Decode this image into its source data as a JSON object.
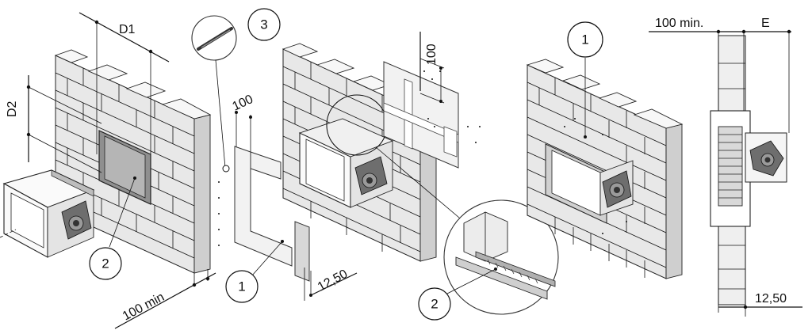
{
  "labels": {
    "d1": "D1",
    "d2": "D2",
    "min100_left": "100 min",
    "dim100_mid": "100",
    "dim100_top": "100",
    "dim1250_mid": "12,50",
    "min100_right": "100 min.",
    "e": "E",
    "dim1250_right": "12,50"
  },
  "callouts": {
    "c3": "3",
    "c2_left": "2",
    "c1_mid": "1",
    "c2_right": "2",
    "c1_right": "1"
  }
}
